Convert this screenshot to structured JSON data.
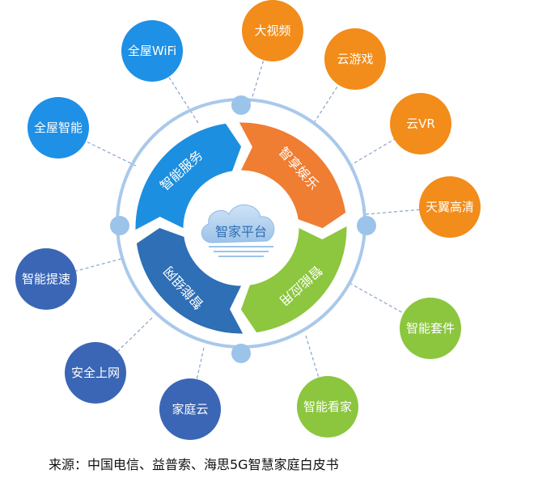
{
  "center": {
    "label": "智家平台"
  },
  "segments": [
    {
      "id": "service",
      "label": "智能服务",
      "color": "#1d8fe0"
    },
    {
      "id": "entertainment",
      "label": "智享娱乐",
      "color": "#ef7d32"
    },
    {
      "id": "application",
      "label": "智能应用",
      "color": "#8dc63f"
    },
    {
      "id": "network",
      "label": "智能组网",
      "color": "#2e6fb5"
    }
  ],
  "bubbles": [
    {
      "id": "whole-home-wifi",
      "label": "全屋WiFi",
      "color": "#1e90e6"
    },
    {
      "id": "whole-home-smart",
      "label": "全屋智能",
      "color": "#1e90e6"
    },
    {
      "id": "big-video",
      "label": "大视频",
      "color": "#f28c1a"
    },
    {
      "id": "cloud-gaming",
      "label": "云游戏",
      "color": "#f28c1a"
    },
    {
      "id": "cloud-vr",
      "label": "云VR",
      "color": "#f28c1a"
    },
    {
      "id": "tianyi-hd",
      "label": "天翼高清",
      "color": "#f28c1a"
    },
    {
      "id": "smart-speedup",
      "label": "智能提速",
      "color": "#3a66b5"
    },
    {
      "id": "safe-internet",
      "label": "安全上网",
      "color": "#3a66b5"
    },
    {
      "id": "home-cloud",
      "label": "家庭云",
      "color": "#3a66b5"
    },
    {
      "id": "smart-home-watch",
      "label": "智能看家",
      "color": "#8bc63e"
    },
    {
      "id": "smart-kit",
      "label": "智能套件",
      "color": "#8bc63e"
    }
  ],
  "source": "来源：中国电信、益普索、海思5G智慧家庭白皮书"
}
